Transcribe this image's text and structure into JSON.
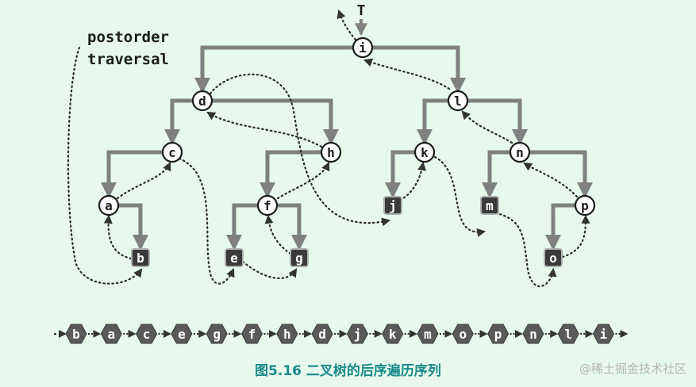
{
  "root_label": "T",
  "side_label": [
    "postorder",
    "traversal"
  ],
  "caption": "图5.16  二叉树的后序遍历序列",
  "watermark": "@稀土掘金技术社区",
  "colors": {
    "background": "#e6f9ec",
    "edge": "#808080",
    "leaf_fill": "#3a3a3a",
    "caption": "#1a8a8a"
  },
  "nodes": [
    {
      "id": "i",
      "type": "internal"
    },
    {
      "id": "d",
      "type": "internal"
    },
    {
      "id": "l",
      "type": "internal"
    },
    {
      "id": "c",
      "type": "internal"
    },
    {
      "id": "h",
      "type": "internal"
    },
    {
      "id": "k",
      "type": "internal"
    },
    {
      "id": "n",
      "type": "internal"
    },
    {
      "id": "a",
      "type": "internal"
    },
    {
      "id": "f",
      "type": "internal"
    },
    {
      "id": "j",
      "type": "leaf"
    },
    {
      "id": "m",
      "type": "leaf"
    },
    {
      "id": "p",
      "type": "internal"
    },
    {
      "id": "b",
      "type": "leaf"
    },
    {
      "id": "e",
      "type": "leaf"
    },
    {
      "id": "g",
      "type": "leaf"
    },
    {
      "id": "o",
      "type": "leaf"
    }
  ],
  "edges": [
    [
      "i",
      "d"
    ],
    [
      "i",
      "l"
    ],
    [
      "d",
      "c"
    ],
    [
      "d",
      "h"
    ],
    [
      "l",
      "k"
    ],
    [
      "l",
      "n"
    ],
    [
      "c",
      "a"
    ],
    [
      "h",
      "f"
    ],
    [
      "k",
      "j"
    ],
    [
      "n",
      "m"
    ],
    [
      "n",
      "p"
    ],
    [
      "a",
      "b"
    ],
    [
      "f",
      "e"
    ],
    [
      "f",
      "g"
    ],
    [
      "p",
      "o"
    ]
  ],
  "sequence": [
    "b",
    "a",
    "c",
    "e",
    "g",
    "f",
    "h",
    "d",
    "j",
    "k",
    "m",
    "o",
    "p",
    "n",
    "l",
    "i"
  ]
}
